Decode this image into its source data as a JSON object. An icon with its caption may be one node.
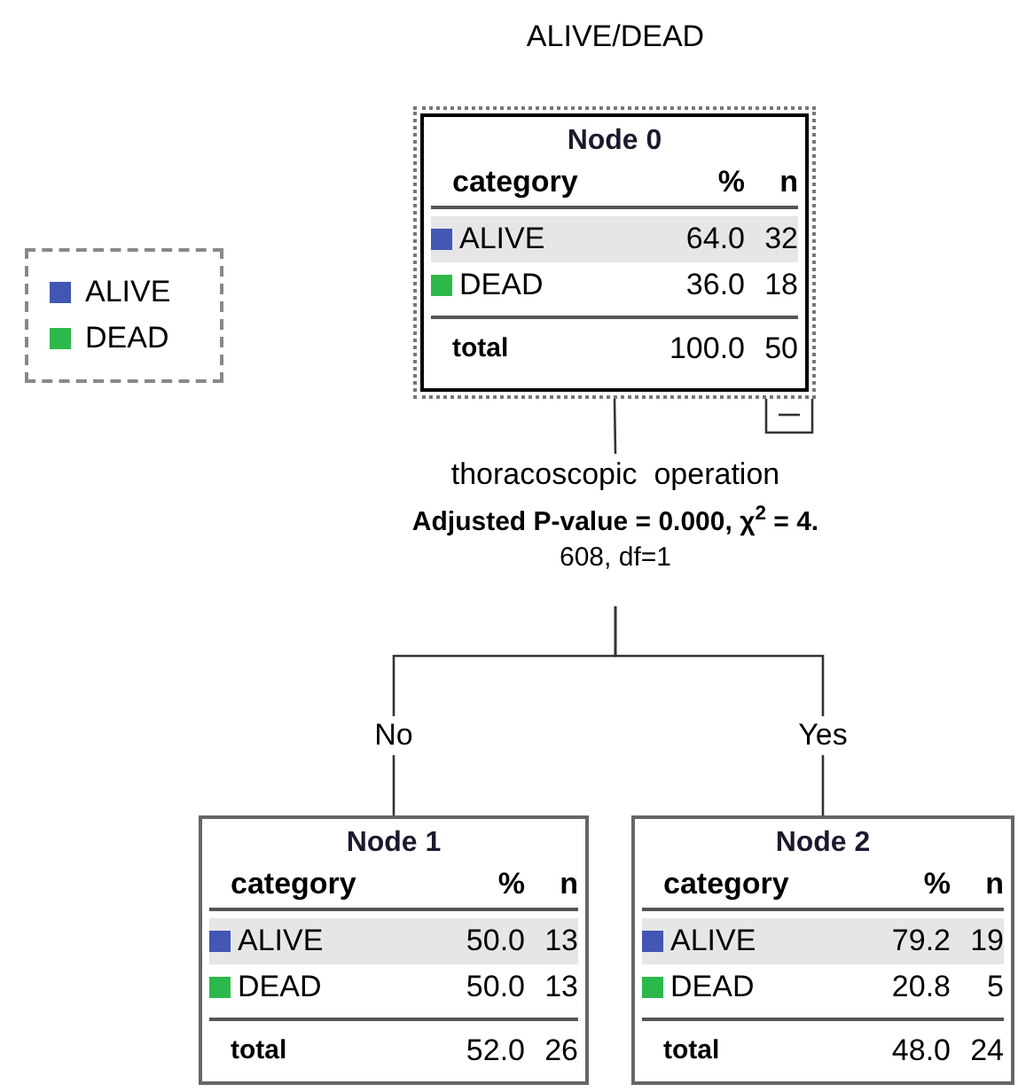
{
  "diagram": {
    "title": "ALIVE/DEAD",
    "nodes": [
      {
        "text": [
          "Node 0",
          "category",
          "%",
          "n",
          "ALIVE",
          "64.0",
          "32",
          "DEAD",
          "36.0",
          "18",
          "total",
          "100.0",
          "50"
        ]
      },
      {
        "text": [
          "thoracoscopic  operation",
          "Adjusted P-value = 0.000, χ$^{2}$ = 4.",
          "608, df=1"
        ]
      },
      {
        "text": [
          "Node 1",
          "category",
          "%",
          "n",
          "ALIVE",
          "50.0",
          "13",
          "DEAD",
          "50.0",
          "13",
          "total",
          "52.0",
          "26"
        ]
      },
      {
        "text": [
          "Node 2",
          "category",
          "%",
          "n",
          "ALIVE",
          "79.2",
          "19",
          "DEAD",
          "20.8",
          "5",
          "total",
          "48.0",
          "24"
        ]
      }
    ],
    "edges": [
      {
        "from": 0,
        "to": 1,
        "arrow": "none"
      },
      {
        "from": 1,
        "to": 2,
        "arrow": "none",
        "label": "No"
      },
      {
        "from": 1,
        "to": 3,
        "arrow": "none",
        "label": "Yes"
      }
    ],
    "legend": [
      {
        "text": "ALIVE",
        "color": "#4256b4"
      },
      {
        "text": "DEAD",
        "color": "#2db84b"
      }
    ]
  }
}
